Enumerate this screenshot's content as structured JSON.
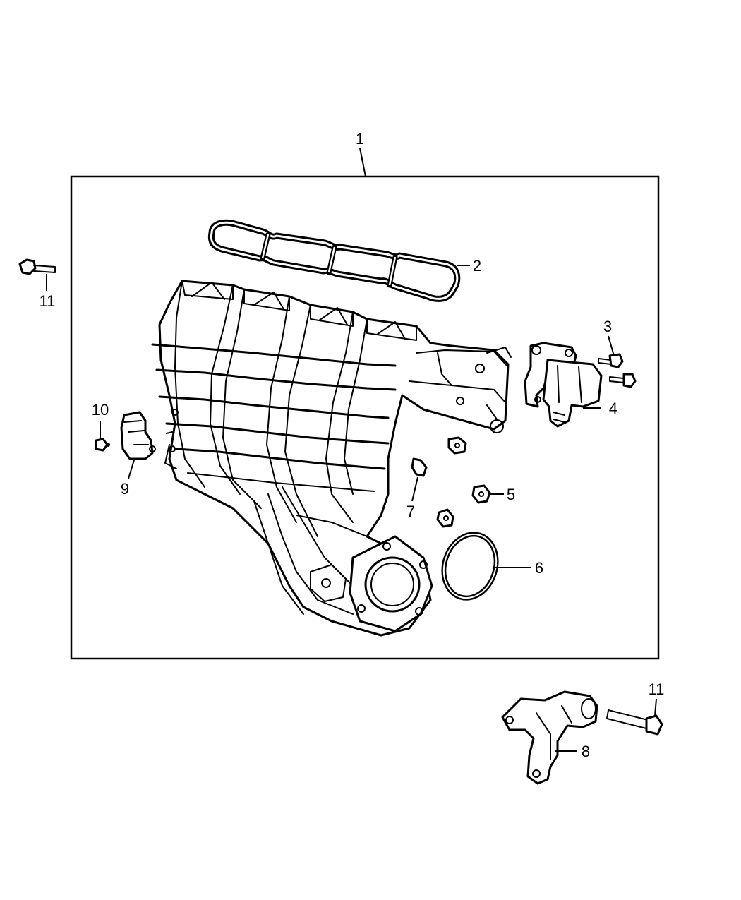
{
  "callouts": {
    "c1": "1",
    "c2": "2",
    "c3": "3",
    "c4": "4",
    "c5": "5",
    "c6": "6",
    "c7": "7",
    "c8": "8",
    "c9": "9",
    "c10": "10",
    "c11a": "11",
    "c11b": "11"
  },
  "parts": {
    "p1": "intake-manifold-assembly",
    "p2": "manifold-gasket",
    "p3": "bolt",
    "p4": "tuning-valve-actuator",
    "p5": "clip-nut",
    "p6": "throttle-body-o-ring",
    "p7": "clip-nut",
    "p8": "manifold-support-bracket",
    "p9": "map-sensor",
    "p10": "screw",
    "p11": "bolt"
  }
}
